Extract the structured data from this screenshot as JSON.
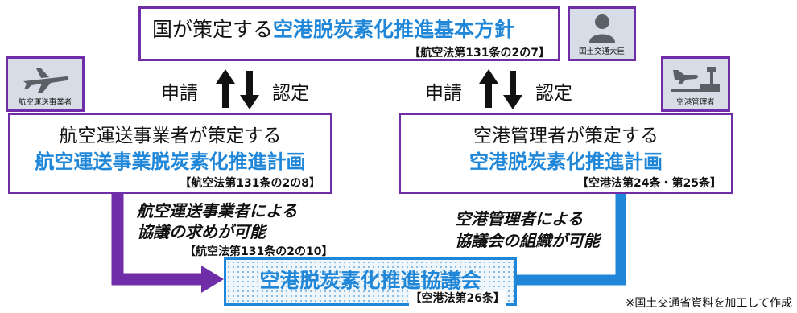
{
  "top_plan": {
    "prefix": "国が策定する",
    "highlight": "空港脱炭素化推進基本方針",
    "ref": "【航空法第131条の2の7】"
  },
  "icons": {
    "minister": {
      "label": "国土交通大臣",
      "icon": "person-icon"
    },
    "airline": {
      "label": "航空運送事業者",
      "icon": "airplane-icon"
    },
    "airport": {
      "label": "空港管理者",
      "icon": "airport-icon"
    }
  },
  "left_flow": {
    "apply": "申請",
    "approve": "認定"
  },
  "right_flow": {
    "apply": "申請",
    "approve": "認定"
  },
  "airline_plan": {
    "line1": "航空運送事業者が策定する",
    "line2": "航空運送事業脱炭素化推進計画",
    "ref": "【航空法第131条の2の8】"
  },
  "airport_plan": {
    "line1": "空港管理者が策定する",
    "line2": "空港脱炭素化推進計画",
    "ref": "【空港法第24条・第25条】"
  },
  "airline_note": {
    "line1": "航空運送事業者による",
    "line2": "協議の求めが可能",
    "ref": "【航空法第131条の2の10】"
  },
  "airport_note": {
    "line1": "空港管理者による",
    "line2": "協議会の組織が可能"
  },
  "council": {
    "title": "空港脱炭素化推進協議会",
    "ref": "【空港法第26条】"
  },
  "source_note": "※国土交通省資料を加工して作成",
  "colors": {
    "purple": "#6f2da8",
    "blue": "#1f86d8",
    "icon_bg": "#d7dde6"
  }
}
